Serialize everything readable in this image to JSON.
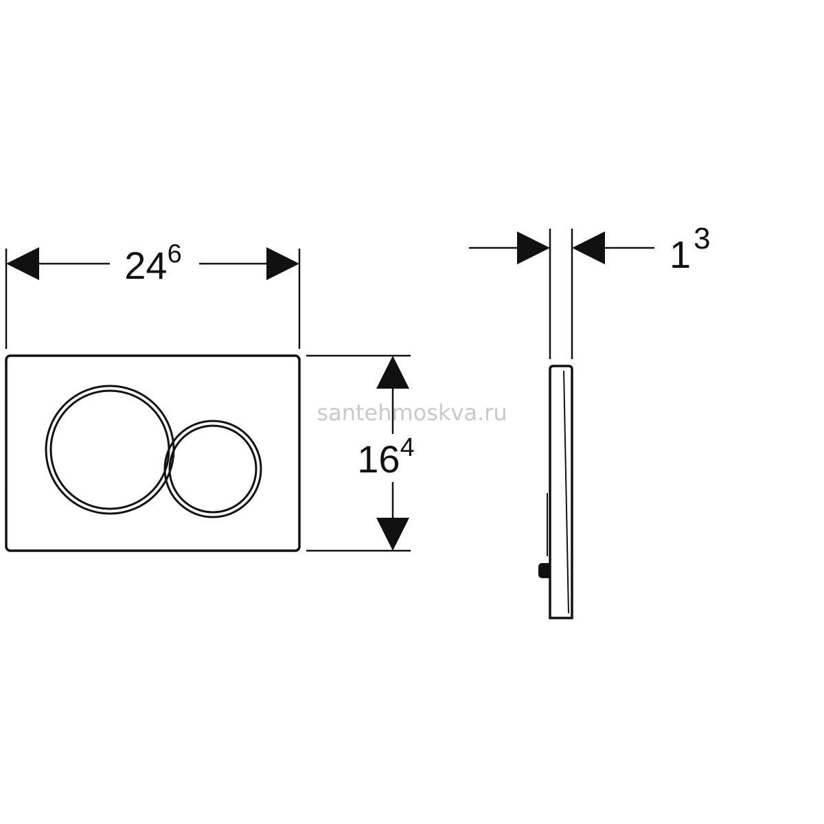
{
  "dimensions": {
    "width": {
      "main": "24",
      "sup": "6"
    },
    "height": {
      "main": "16",
      "sup": "4"
    },
    "thickness": {
      "main": "1",
      "sup": "3"
    }
  },
  "watermark": "santehmoskva.ru",
  "colors": {
    "line": "#111111",
    "background": "#ffffff",
    "watermark": "#c9c9c9"
  }
}
